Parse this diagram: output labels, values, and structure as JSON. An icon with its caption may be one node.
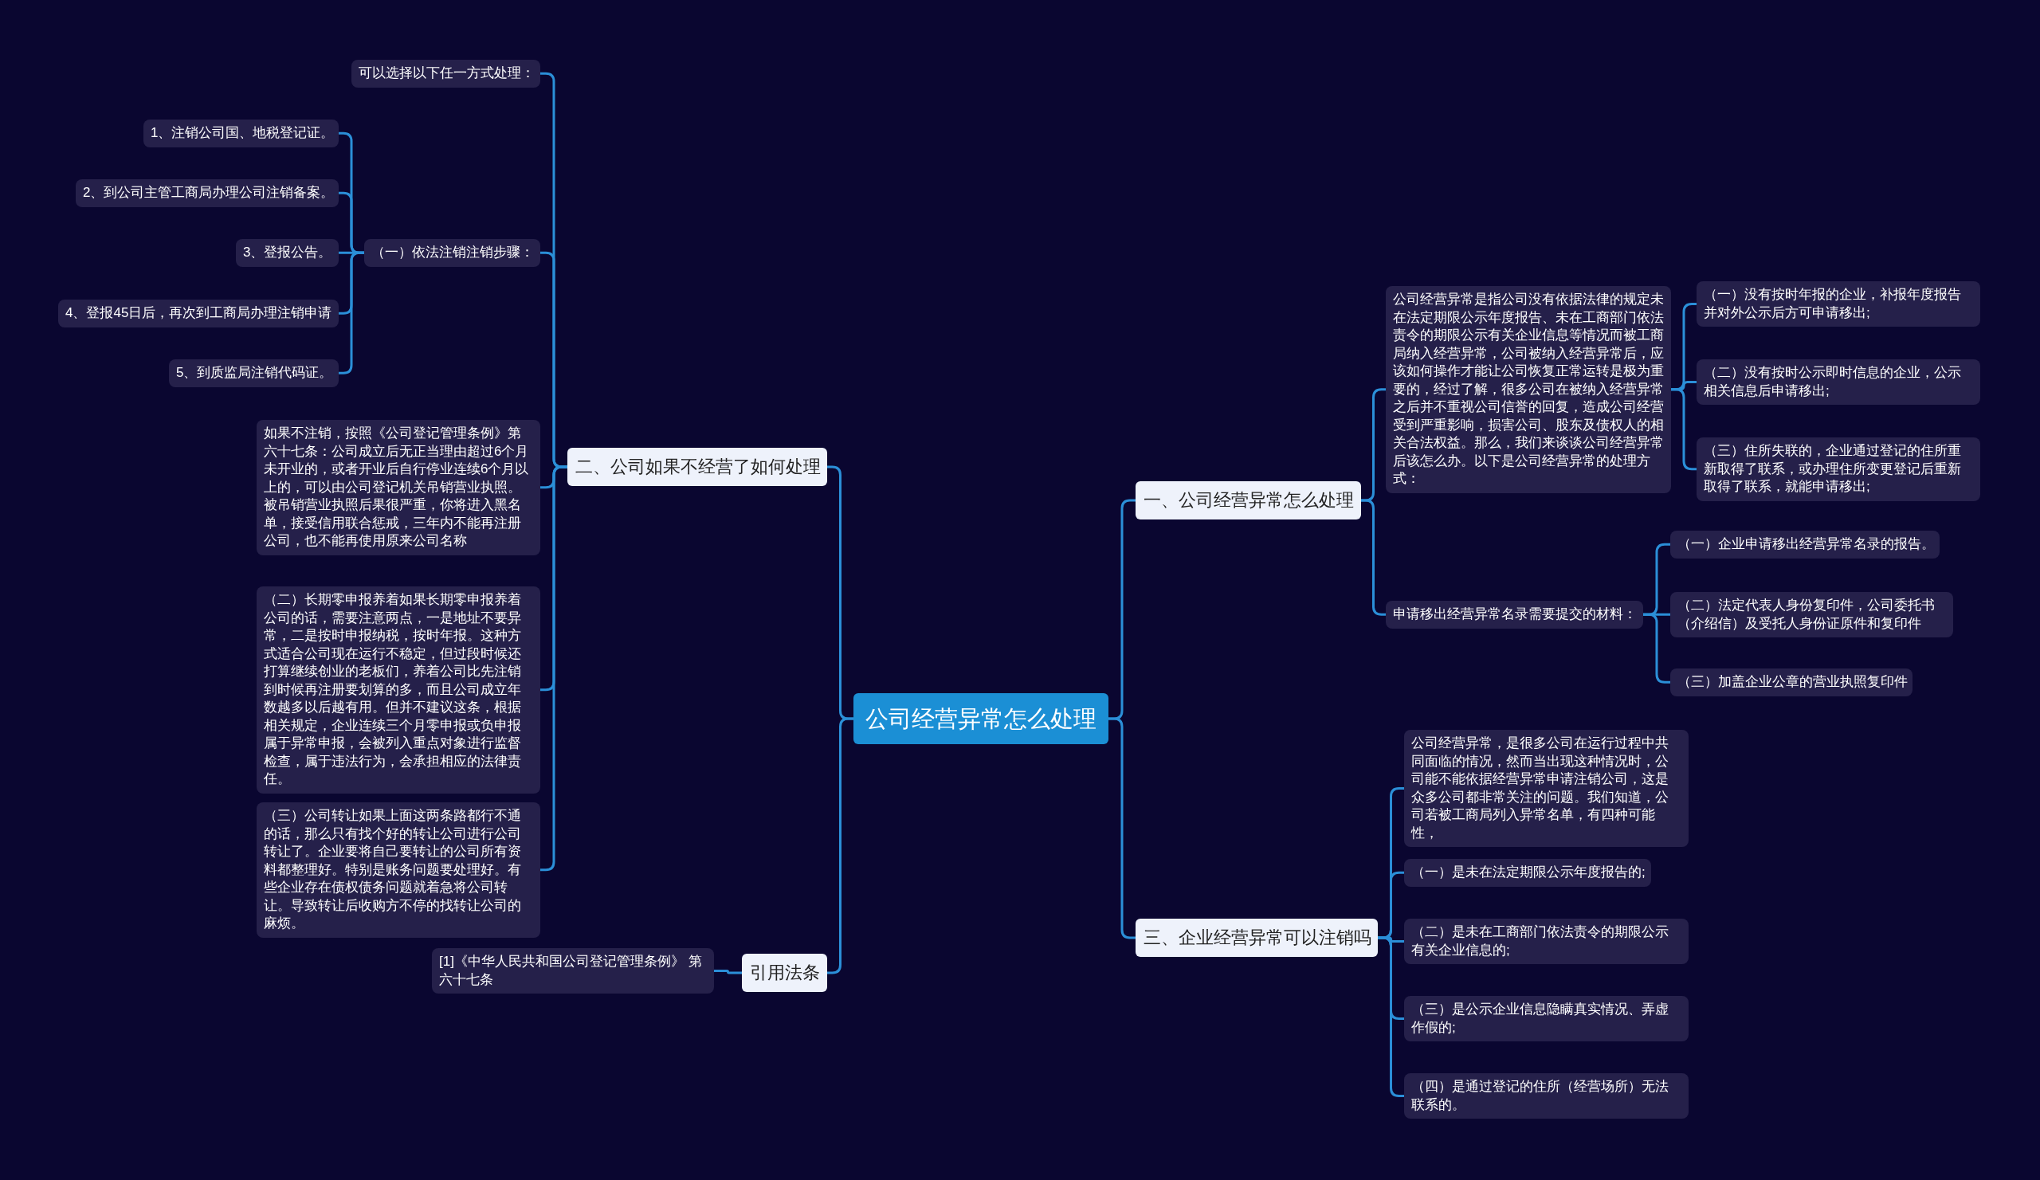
{
  "diagram": {
    "nodes": [
      {
        "text": [
          "公司经营异常怎么处理"
        ]
      },
      {
        "text": [
          "一、公司经营异常怎么处理"
        ]
      },
      {
        "text": [
          "公司经营异常是指公司没有依据法律的规定未在法定期限公示年度报告、未在工商部门依法责令的期限公示有关企业信息等情况而被工商局纳入经营异常，公司被纳入经营异常后，应该如何操作才能让公司恢复正常运转是极为重要的，经过了解，很多公司在被纳入经营异常之后并不重视公司信誉的回复，造成公司经营受到严重影响，损害公司、股东及债权人的相关合法权益。那么，我们来谈谈公司经营异常后该怎么办。以下是公司经营异常的处理方式："
        ]
      },
      {
        "text": [
          "（一）没有按时年报的企业，补报年度报告并对外公示后方可申请移出;"
        ]
      },
      {
        "text": [
          "（二）没有按时公示即时信息的企业，公示相关信息后申请移出;"
        ]
      },
      {
        "text": [
          "（三）住所失联的，企业通过登记的住所重新取得了联系，或办理住所变更登记后重新取得了联系，就能申请移出;"
        ]
      },
      {
        "text": [
          "申请移出经营异常名录需要提交的材料："
        ]
      },
      {
        "text": [
          "（一）企业申请移出经营异常名录的报告。"
        ]
      },
      {
        "text": [
          "（二）法定代表人身份复印件，公司委托书（介绍信）及受托人身份证原件和复印件"
        ]
      },
      {
        "text": [
          "（三）加盖企业公章的营业执照复印件"
        ]
      },
      {
        "text": [
          "三、企业经营异常可以注销吗"
        ]
      },
      {
        "text": [
          "公司经营异常，是很多公司在运行过程中共同面临的情况，然而当出现这种情况时，公司能不能依据经营异常申请注销公司，这是众多公司都非常关注的问题。我们知道，公司若被工商局列入异常名单，有四种可能性，"
        ]
      },
      {
        "text": [
          "（一）是未在法定期限公示年度报告的;"
        ]
      },
      {
        "text": [
          "（二）是未在工商部门依法责令的期限公示有关企业信息的;"
        ]
      },
      {
        "text": [
          "（三）是公示企业信息隐瞒真实情况、弄虚作假的;"
        ]
      },
      {
        "text": [
          "（四）是通过登记的住所（经营场所）无法联系的。"
        ]
      },
      {
        "text": [
          "二、公司如果不经营了如何处理"
        ]
      },
      {
        "text": [
          "可以选择以下任一方式处理："
        ]
      },
      {
        "text": [
          "（一）依法注销注销步骤："
        ]
      },
      {
        "text": [
          "1、注销公司国、地税登记证。"
        ]
      },
      {
        "text": [
          "2、到公司主管工商局办理公司注销备案。"
        ]
      },
      {
        "text": [
          "3、登报公告。"
        ]
      },
      {
        "text": [
          "4、登报45日后，再次到工商局办理注销申请"
        ]
      },
      {
        "text": [
          "5、到质监局注销代码证。"
        ]
      },
      {
        "text": [
          "如果不注销，按照《公司登记管理条例》第六十七条：公司成立后无正当理由超过6个月未开业的，或者开业后自行停业连续6个月以上的，可以由公司登记机关吊销营业执照。被吊销营业执照后果很严重，你将进入黑名单，接受信用联合惩戒，三年内不能再注册公司，也不能再使用原来公司名称"
        ]
      },
      {
        "text": [
          "（二）长期零申报养着如果长期零申报养着公司的话，需要注意两点，一是地址不要异常，二是按时申报纳税，按时年报。这种方式适合公司现在运行不稳定，但过段时候还打算继续创业的老板们，养着公司比先注销到时候再注册要划算的多，而且公司成立年数越多以后越有用。但并不建议这条，根据相关规定，企业连续三个月零申报或负申报属于异常申报，会被列入重点对象进行监督检查，属于违法行为，会承担相应的法律责任。"
        ]
      },
      {
        "text": [
          "（三）公司转让如果上面这两条路都行不通的话，那么只有找个好的转让公司进行公司转让了。企业要将自己要转让的公司所有资料都整理好。特别是账务问题要处理好。有些企业存在债权债务问题就着急将公司转让。导致转让后收购方不停的找转让公司的麻烦。"
        ]
      },
      {
        "text": [
          "引用法条"
        ]
      },
      {
        "text": [
          "[1]《中华人民共和国公司登记管理条例》 第六十七条"
        ]
      }
    ],
    "edges": [
      {
        "from": 0,
        "to": 1,
        "arrow": "none"
      },
      {
        "from": 0,
        "to": 10,
        "arrow": "none"
      },
      {
        "from": 0,
        "to": 16,
        "arrow": "none"
      },
      {
        "from": 0,
        "to": 27,
        "arrow": "none"
      },
      {
        "from": 1,
        "to": 2,
        "arrow": "none"
      },
      {
        "from": 1,
        "to": 6,
        "arrow": "none"
      },
      {
        "from": 2,
        "to": 3,
        "arrow": "none"
      },
      {
        "from": 2,
        "to": 4,
        "arrow": "none"
      },
      {
        "from": 2,
        "to": 5,
        "arrow": "none"
      },
      {
        "from": 6,
        "to": 7,
        "arrow": "none"
      },
      {
        "from": 6,
        "to": 8,
        "arrow": "none"
      },
      {
        "from": 6,
        "to": 9,
        "arrow": "none"
      },
      {
        "from": 10,
        "to": 11,
        "arrow": "none"
      },
      {
        "from": 10,
        "to": 12,
        "arrow": "none"
      },
      {
        "from": 10,
        "to": 13,
        "arrow": "none"
      },
      {
        "from": 10,
        "to": 14,
        "arrow": "none"
      },
      {
        "from": 10,
        "to": 15,
        "arrow": "none"
      },
      {
        "from": 16,
        "to": 17,
        "arrow": "none"
      },
      {
        "from": 16,
        "to": 18,
        "arrow": "none"
      },
      {
        "from": 16,
        "to": 24,
        "arrow": "none"
      },
      {
        "from": 16,
        "to": 25,
        "arrow": "none"
      },
      {
        "from": 16,
        "to": 26,
        "arrow": "none"
      },
      {
        "from": 18,
        "to": 19,
        "arrow": "none"
      },
      {
        "from": 18,
        "to": 20,
        "arrow": "none"
      },
      {
        "from": 18,
        "to": 21,
        "arrow": "none"
      },
      {
        "from": 18,
        "to": 22,
        "arrow": "none"
      },
      {
        "from": 18,
        "to": 23,
        "arrow": "none"
      },
      {
        "from": 27,
        "to": 28,
        "arrow": "none"
      }
    ]
  }
}
